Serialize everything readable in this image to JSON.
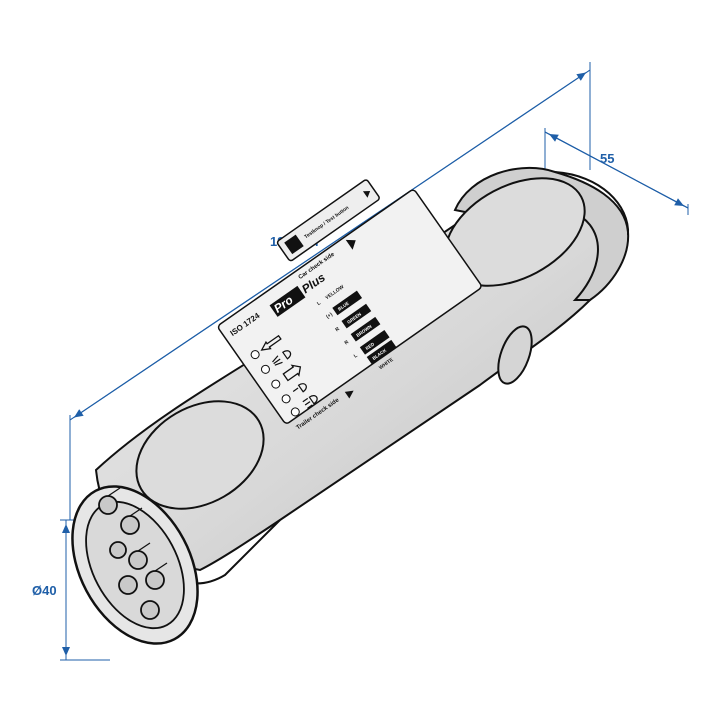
{
  "dimensions": {
    "length": "195 mm",
    "width": "55",
    "diameter": "Ø40"
  },
  "label": {
    "standard": "ISO 1724",
    "brand_part1": "Pro",
    "brand_part2": "Plus",
    "car_side": "Car check side",
    "trailer_side": "Trailer check side",
    "sub_text": "Testknop / Test button",
    "wires": [
      {
        "side": "L",
        "name": "YELLOW"
      },
      {
        "side": "(+)",
        "name": "BLUE"
      },
      {
        "side": "R",
        "name": "GREEN"
      },
      {
        "side": "R",
        "name": "BROWN"
      },
      {
        "side": "L",
        "name": "RED"
      },
      {
        "side": "",
        "name": "BLACK"
      },
      {
        "side": "",
        "name": "WHITE"
      }
    ]
  },
  "colors": {
    "dimension": "#1f5fa8",
    "body": "#e2e2e2",
    "shade": "#c4c4c4"
  }
}
